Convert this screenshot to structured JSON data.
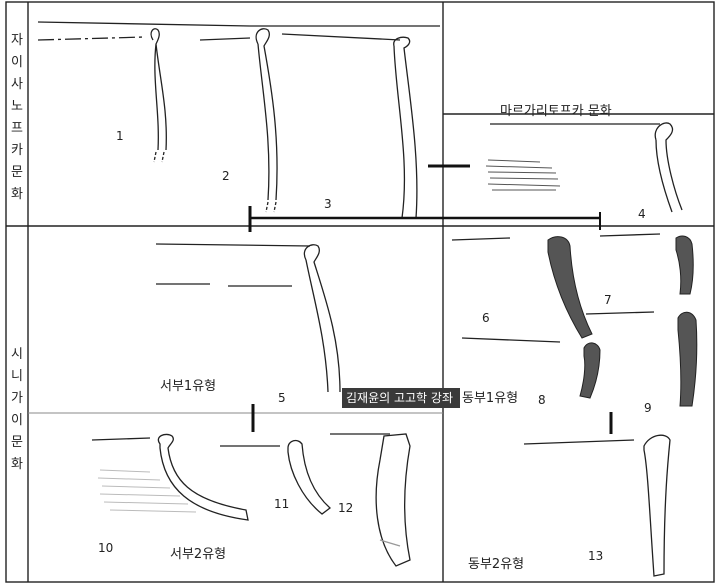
{
  "side_labels": {
    "top": "자이사노프카문화",
    "bottom": "시니가이문화"
  },
  "culture_label": "마르가리토프카 문화",
  "figure_numbers": [
    "1",
    "2",
    "3",
    "4",
    "5",
    "6",
    "7",
    "8",
    "9",
    "10",
    "11",
    "12",
    "13"
  ],
  "type_labels": {
    "west1": "서부1유형",
    "east1": "동부1유형",
    "west2": "서부2유형",
    "east2": "동부2유형"
  },
  "watermark": "김재윤의 고고학 강좌",
  "colors": {
    "line": "#222222",
    "fill_dark": "#555555",
    "hatch": "#bbbbbb"
  }
}
